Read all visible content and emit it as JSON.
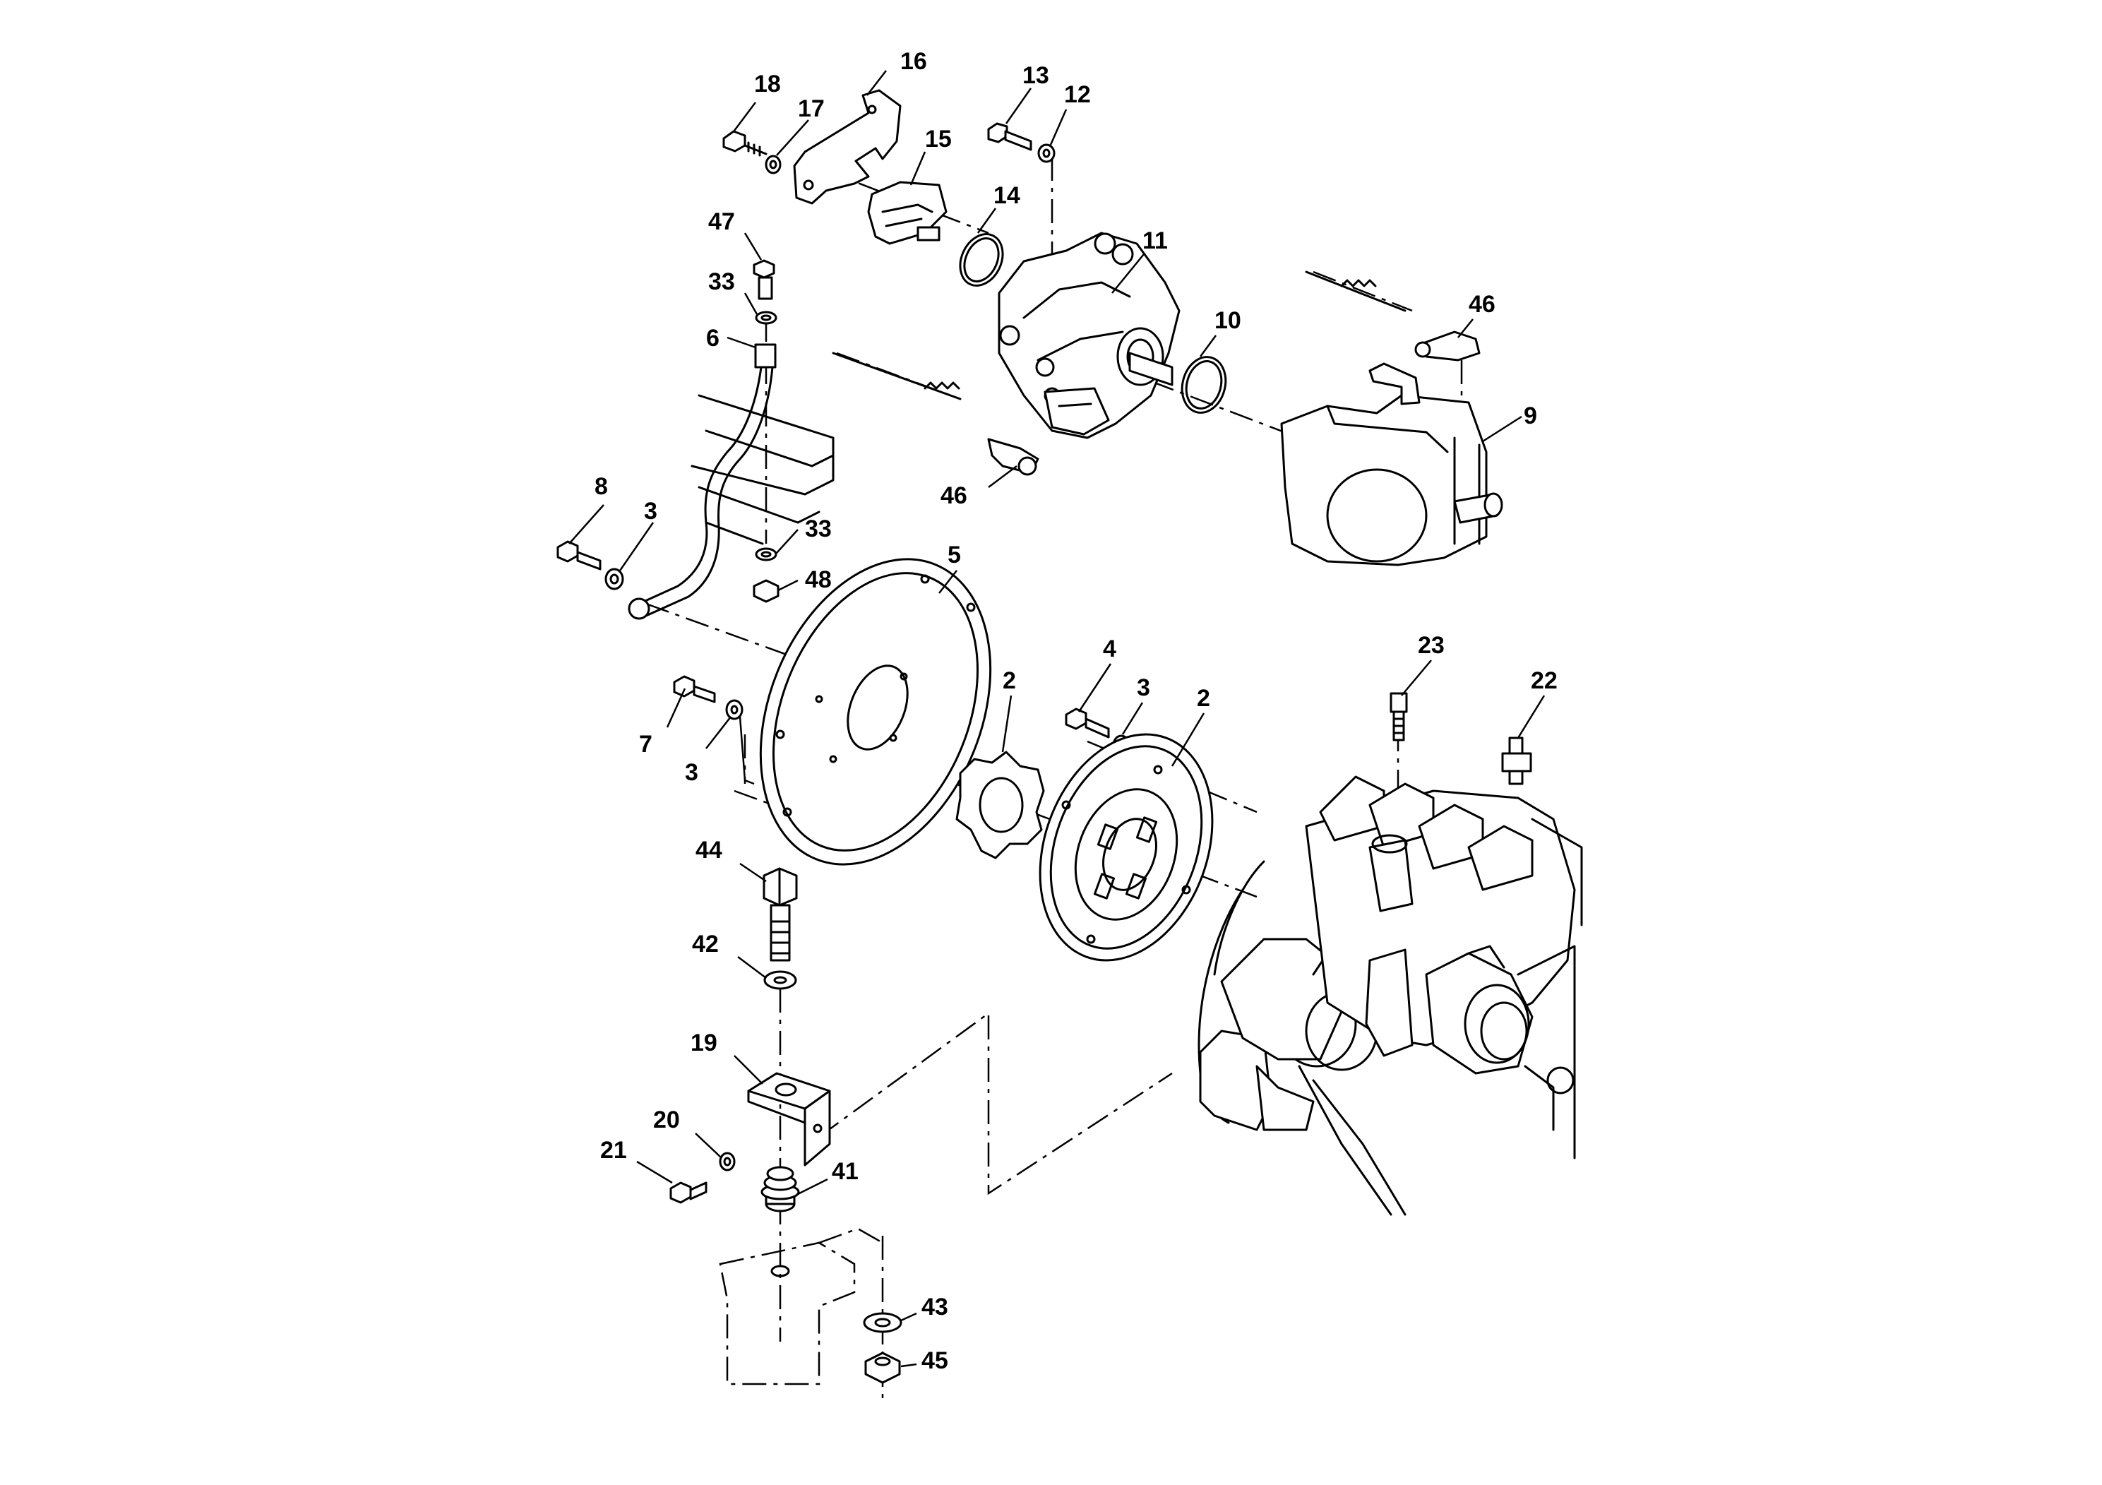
{
  "callouts": {
    "c18": "18",
    "c17": "17",
    "c16": "16",
    "c13": "13",
    "c12": "12",
    "c15": "15",
    "c14": "14",
    "c11": "11",
    "c47": "47",
    "c33a": "33",
    "c6": "6",
    "c10": "10",
    "c46a": "46",
    "c9": "9",
    "c46b": "46",
    "c8": "8",
    "c3a": "3",
    "c33b": "33",
    "c48": "48",
    "c5": "5",
    "c4": "4",
    "c3b": "3",
    "c2a": "2",
    "c2b": "2",
    "c23": "23",
    "c22": "22",
    "c7": "7",
    "c3c": "3",
    "c44": "44",
    "c42": "42",
    "c19": "19",
    "c20": "20",
    "c21": "21",
    "c41": "41",
    "c43": "43",
    "c45": "45"
  }
}
